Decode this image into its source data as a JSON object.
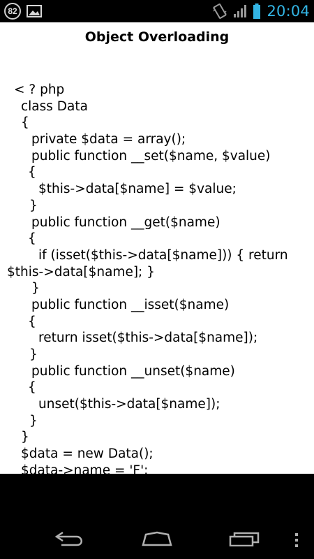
{
  "status_bar": {
    "notification_count": "82",
    "time": "20:04",
    "icons": [
      "notification-count-icon",
      "image-icon",
      "vibrate-icon",
      "signal-icon",
      "battery-icon"
    ],
    "time_color": "#33b5e5"
  },
  "page": {
    "title": "Object Overloading"
  },
  "code_lines": [
    "< ? php",
    "class Data",
    "{",
    "private $data = array();",
    "public function __set($name, $value)",
    "{",
    "$this->data[$name] = $value;",
    "}",
    "public function __get($name)",
    "{",
    "if (isset($this->data[$name])) { return",
    "$this->data[$name]; }",
    "}",
    "public function __isset($name)",
    "{",
    "return isset($this->data[$name]);",
    "}",
    "public function __unset($name)",
    "{",
    "unset($this->data[$name]);",
    "}",
    "}",
    "$data = new Data();",
    "$data->name = 'F';"
  ],
  "nav_bar": {
    "buttons": [
      "back-icon",
      "home-icon",
      "recent-apps-icon",
      "menu-icon"
    ]
  }
}
